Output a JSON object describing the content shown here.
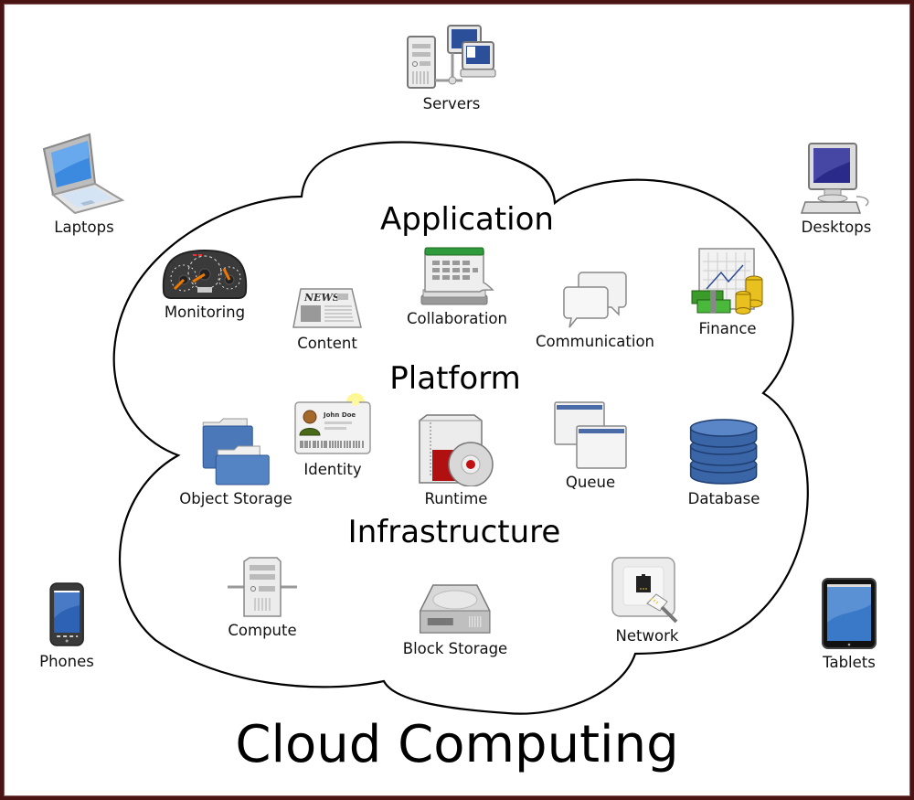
{
  "title": "Cloud Computing",
  "sections": {
    "application": "Application",
    "platform": "Platform",
    "infrastructure": "Infrastructure"
  },
  "clients": {
    "servers": {
      "label": "Servers",
      "icon": "servers-icon"
    },
    "laptops": {
      "label": "Laptops",
      "icon": "laptop-icon"
    },
    "desktops": {
      "label": "Desktops",
      "icon": "desktop-icon"
    },
    "phones": {
      "label": "Phones",
      "icon": "phone-icon"
    },
    "tablets": {
      "label": "Tablets",
      "icon": "tablet-icon"
    }
  },
  "application": {
    "monitoring": {
      "label": "Monitoring",
      "icon": "dashboard-gauge-icon"
    },
    "content": {
      "label": "Content",
      "icon": "newspaper-icon",
      "icon_text": "NEWS"
    },
    "collaboration": {
      "label": "Collaboration",
      "icon": "calendar-icon"
    },
    "communication": {
      "label": "Communication",
      "icon": "chat-bubbles-icon"
    },
    "finance": {
      "label": "Finance",
      "icon": "finance-chart-money-icon"
    }
  },
  "platform": {
    "object_storage": {
      "label": "Object Storage",
      "icon": "folders-icon"
    },
    "identity": {
      "label": "Identity",
      "icon": "id-card-icon",
      "icon_text": "John Doe"
    },
    "runtime": {
      "label": "Runtime",
      "icon": "software-package-disc-icon"
    },
    "queue": {
      "label": "Queue",
      "icon": "stacked-windows-icon"
    },
    "database": {
      "label": "Database",
      "icon": "database-icon"
    }
  },
  "infrastructure": {
    "compute": {
      "label": "Compute",
      "icon": "server-tower-icon"
    },
    "block_storage": {
      "label": "Block Storage",
      "icon": "hard-drive-icon"
    },
    "network": {
      "label": "Network",
      "icon": "network-jack-icon"
    }
  },
  "colors": {
    "frame": "#4a1414",
    "screen_blue": "#3a6fc4",
    "folder_blue": "#4a78b8",
    "calendar_green": "#2e9a3a",
    "runtime_red": "#b01010"
  }
}
